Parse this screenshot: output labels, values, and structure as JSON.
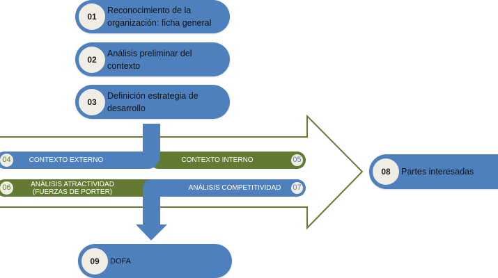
{
  "colors": {
    "blue": "#4d80bd",
    "green": "#627a32",
    "badge": "#efede4"
  },
  "steps": [
    {
      "num": "01",
      "label": "Reconocimiento de la\norganización: ficha general"
    },
    {
      "num": "02",
      "label": "Análisis preliminar del\ncontexto"
    },
    {
      "num": "03",
      "label": "Definición estrategia de\ndesarrollo"
    },
    {
      "num": "08",
      "label": "Partes interesadas"
    },
    {
      "num": "09",
      "label": "DOFA"
    }
  ],
  "bands": [
    {
      "num": "04",
      "label": "CONTEXTO EXTERNO"
    },
    {
      "num": "05",
      "label": "CONTEXTO INTERNO"
    },
    {
      "num": "06",
      "label": "ANÁLISIS ATRACTIVIDAD\n(FUERZAS DE PORTER)"
    },
    {
      "num": "07",
      "label": "ANÁLISIS COMPETITIVIDAD"
    }
  ],
  "icons": {
    "big_arrow": "right-arrow-outline",
    "flow_arrow": "down-arrow"
  }
}
